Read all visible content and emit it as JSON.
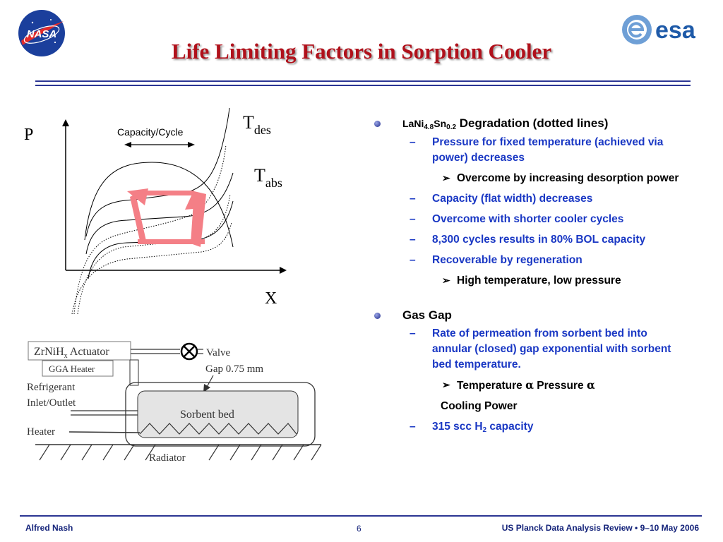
{
  "title": "Life Limiting Factors in Sorption Cooler",
  "logos": {
    "left": "NASA",
    "right": "esa"
  },
  "graph": {
    "y_axis": "P",
    "x_axis": "X",
    "capacity_label": "Capacity/Cycle",
    "t_des": "T",
    "t_des_sub": "des",
    "t_abs": "T",
    "t_abs_sub": "abs"
  },
  "schematic": {
    "actuator": "ZrNiH",
    "actuator_sub": "x",
    "actuator_tail": " Actuator",
    "gga_heater": "GGA Heater",
    "valve": "Valve",
    "gap": "Gap 0.75 mm",
    "refrigerant": "Refrigerant",
    "inlet": "Inlet/Outlet",
    "sorbent": "Sorbent bed",
    "heater": "Heater",
    "radiator": "Radiator"
  },
  "bullets": {
    "b1_pre": "LaNi",
    "b1_sub1": "4.8",
    "b1_mid": "Sn",
    "b1_sub2": "0.2",
    "b1_post": " Degradation (dotted lines)",
    "b1_items": [
      "Pressure for fixed temperature (achieved via power) decreases",
      "Overcome by increasing desorption power",
      "Capacity (flat width) decreases",
      "Overcome with shorter cooler cycles",
      "8,300 cycles results in 80% BOL capacity",
      "Recoverable by regeneration",
      "High temperature, low pressure"
    ],
    "b2_title": "Gas Gap",
    "b2_item1": "Rate of permeation from sorbent bed into annular (closed) gap exponential with sorbent bed temperature.",
    "b2_sub_pre": "Temperature ",
    "alpha": "α",
    "b2_sub_mid": " Pressure ",
    "b2_cont": "Cooling Power",
    "b2_item2_pre": "315 scc H",
    "b2_item2_sub": "2",
    "b2_item2_post": " capacity"
  },
  "footer": {
    "author": "Alfred Nash",
    "page": "6",
    "event": "US Planck Data Analysis Review  •  9–10 May 2006"
  },
  "colors": {
    "title": "#b0111b",
    "bullet_blue": "#1a38c4",
    "rule": "#2b3593",
    "cycle_arrow": "#f47f86"
  }
}
